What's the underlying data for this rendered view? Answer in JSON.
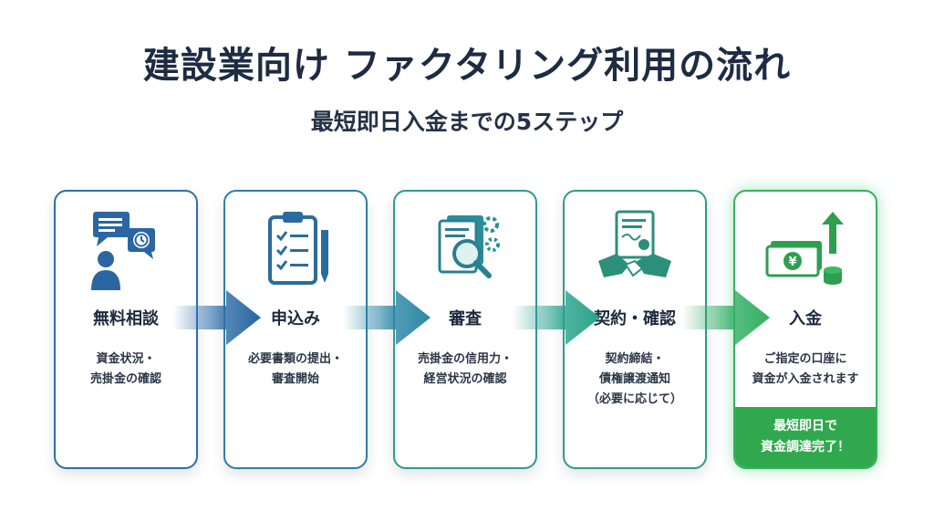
{
  "header": {
    "title": "建設業向け ファクタリング利用の流れ",
    "subtitle": "最短即日入金までの5ステップ"
  },
  "colors": {
    "step1": "#2f6ea8",
    "step2": "#2d7fa6",
    "step3": "#2a9c93",
    "step4": "#2d9f84",
    "step5": "#34b25a",
    "badge": "#2fa84e"
  },
  "steps": [
    {
      "title": "無料相談",
      "icon": "consultation-icon",
      "desc": [
        "資金状況・",
        "売掛金の確認"
      ]
    },
    {
      "title": "申込み",
      "icon": "clipboard-checklist-icon",
      "desc": [
        "必要書類の提出・",
        "審査開始"
      ]
    },
    {
      "title": "審査",
      "icon": "document-search-icon",
      "desc": [
        "売掛金の信用力・",
        "経営状況の確認"
      ]
    },
    {
      "title": "契約・確認",
      "icon": "contract-handshake-icon",
      "desc": [
        "契約締結・",
        "債権譲渡通知",
        "（必要に応じて）"
      ]
    },
    {
      "title": "入金",
      "icon": "yen-money-icon",
      "desc": [
        "ご指定の口座に",
        "資金が入金されます"
      ],
      "badge": [
        "最短即日で",
        "資金調達完了！"
      ]
    }
  ]
}
